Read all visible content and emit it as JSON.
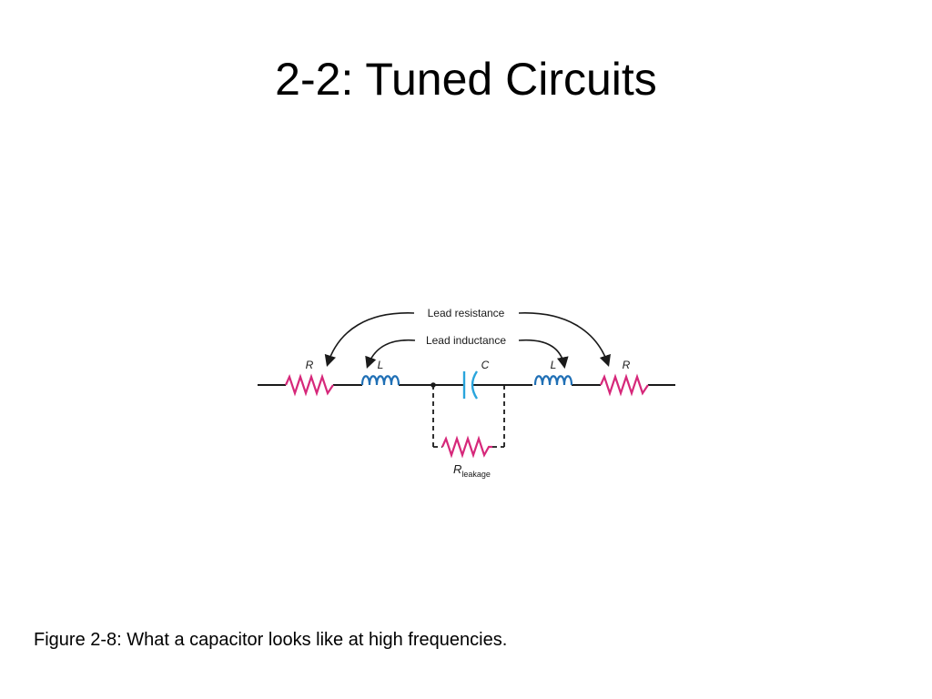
{
  "slide": {
    "title": "2-2: Tuned Circuits",
    "caption": "Figure 2-8: What a capacitor looks like at high frequencies."
  },
  "figure": {
    "lead_resistance_label": "Lead resistance",
    "lead_inductance_label": "Lead inductance",
    "resistor_label": "R",
    "inductor_label": "L",
    "capacitor_label": "C",
    "leakage_label_main": "R",
    "leakage_label_sub": "leakage"
  },
  "colors": {
    "wire": "#1a1a1a",
    "resistor": "#d6287a",
    "inductor": "#1f6fb5",
    "capacitor": "#2aa5dc"
  }
}
